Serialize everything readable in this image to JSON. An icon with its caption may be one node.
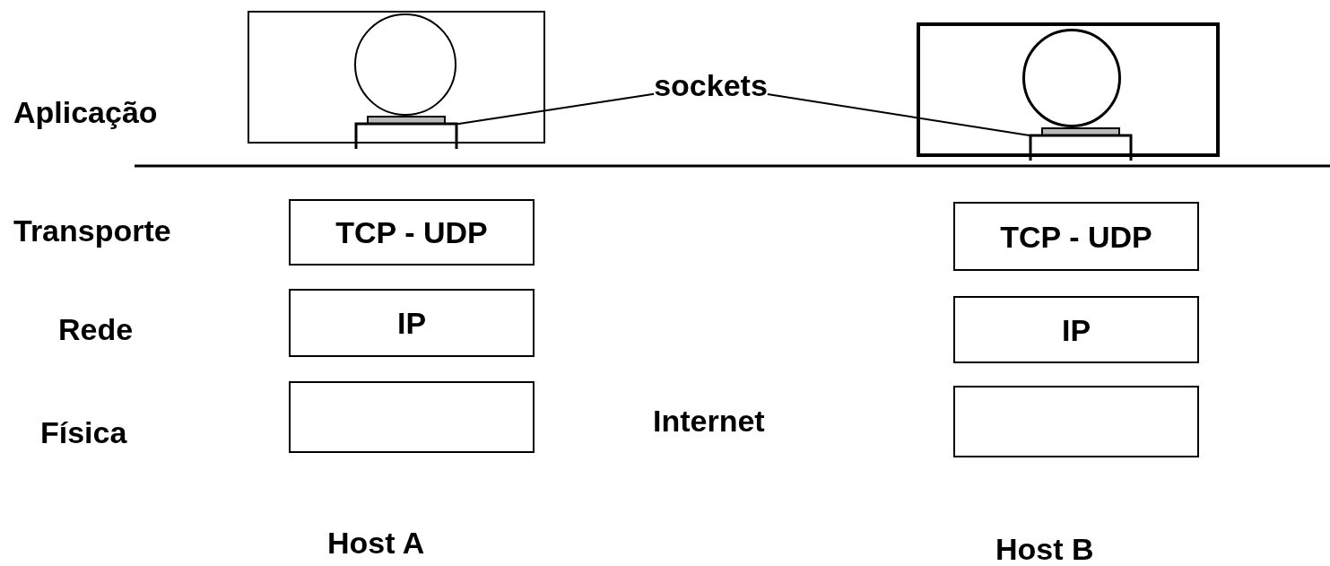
{
  "diagram": {
    "nodes": [
      {
        "text": [],
        "shape": "box"
      },
      {
        "text": [],
        "shape": "circle",
        "in": 0
      },
      {
        "text": [],
        "shape": "bar",
        "in": 0
      },
      {
        "text": [],
        "shape": "box"
      },
      {
        "text": [],
        "shape": "circle",
        "in": 3
      },
      {
        "text": [],
        "shape": "bar",
        "in": 3
      },
      {
        "text": [
          "sockets"
        ]
      },
      {
        "text": [
          "TCP - UDP"
        ]
      },
      {
        "text": [
          "IP"
        ]
      },
      {
        "text": [],
        "shape": "box"
      },
      {
        "text": [
          "TCP - UDP"
        ]
      },
      {
        "text": [
          "IP"
        ]
      },
      {
        "text": [],
        "shape": "box"
      }
    ],
    "edges": [
      {
        "from": 6,
        "to": 2,
        "arrow": "none"
      },
      {
        "from": 6,
        "to": 5,
        "arrow": "none"
      }
    ],
    "labels": [
      "Aplicação",
      "Transporte",
      "Rede",
      "Física",
      "Internet",
      "Host A",
      "Host B"
    ]
  }
}
